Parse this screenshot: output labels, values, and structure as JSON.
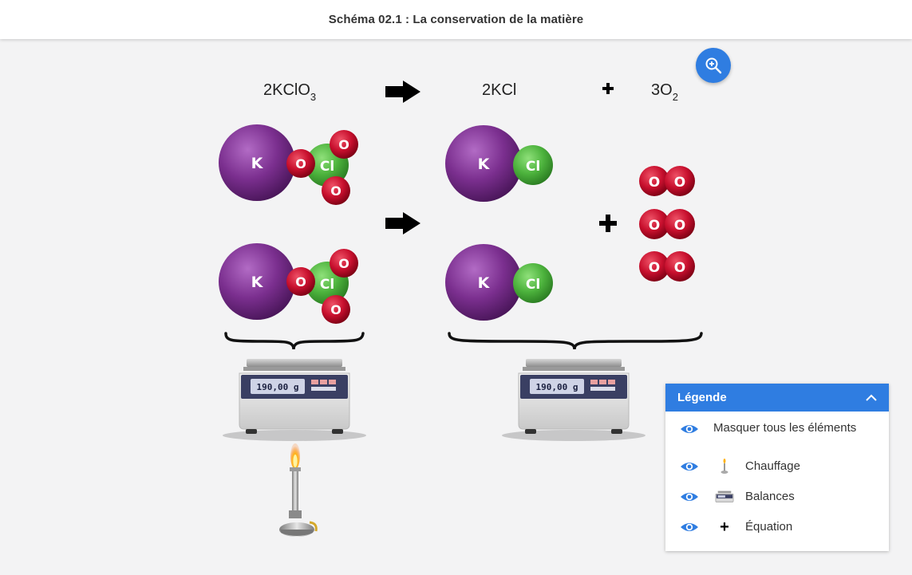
{
  "header": {
    "title": "Schéma 02.1 : La conservation de la matière"
  },
  "zoom_button": {
    "icon": "zoom-in-icon"
  },
  "equation": {
    "reactant": {
      "main": "2KClO",
      "sub": "3"
    },
    "product1": "2KCl",
    "plus": "+",
    "product2": {
      "main": "3O",
      "sub": "2"
    }
  },
  "atoms": {
    "potassium": "K",
    "chlorine": "Cl",
    "oxygen": "O"
  },
  "scales": {
    "left_reading": "190,00 g",
    "right_reading": "190,00 g"
  },
  "legend": {
    "title": "Légende",
    "hide_all_label": "Masquer tous les éléments",
    "items": [
      {
        "label": "Chauffage",
        "icon": "bunsen-burner-icon"
      },
      {
        "label": "Balances",
        "icon": "scale-icon"
      },
      {
        "label": "Équation",
        "icon": "plus-icon",
        "glyph": "+"
      }
    ]
  },
  "colors": {
    "accent": "#2f7de1",
    "potassium": "#7b2f8f",
    "chlorine": "#4db33d",
    "oxygen": "#c8102e"
  }
}
